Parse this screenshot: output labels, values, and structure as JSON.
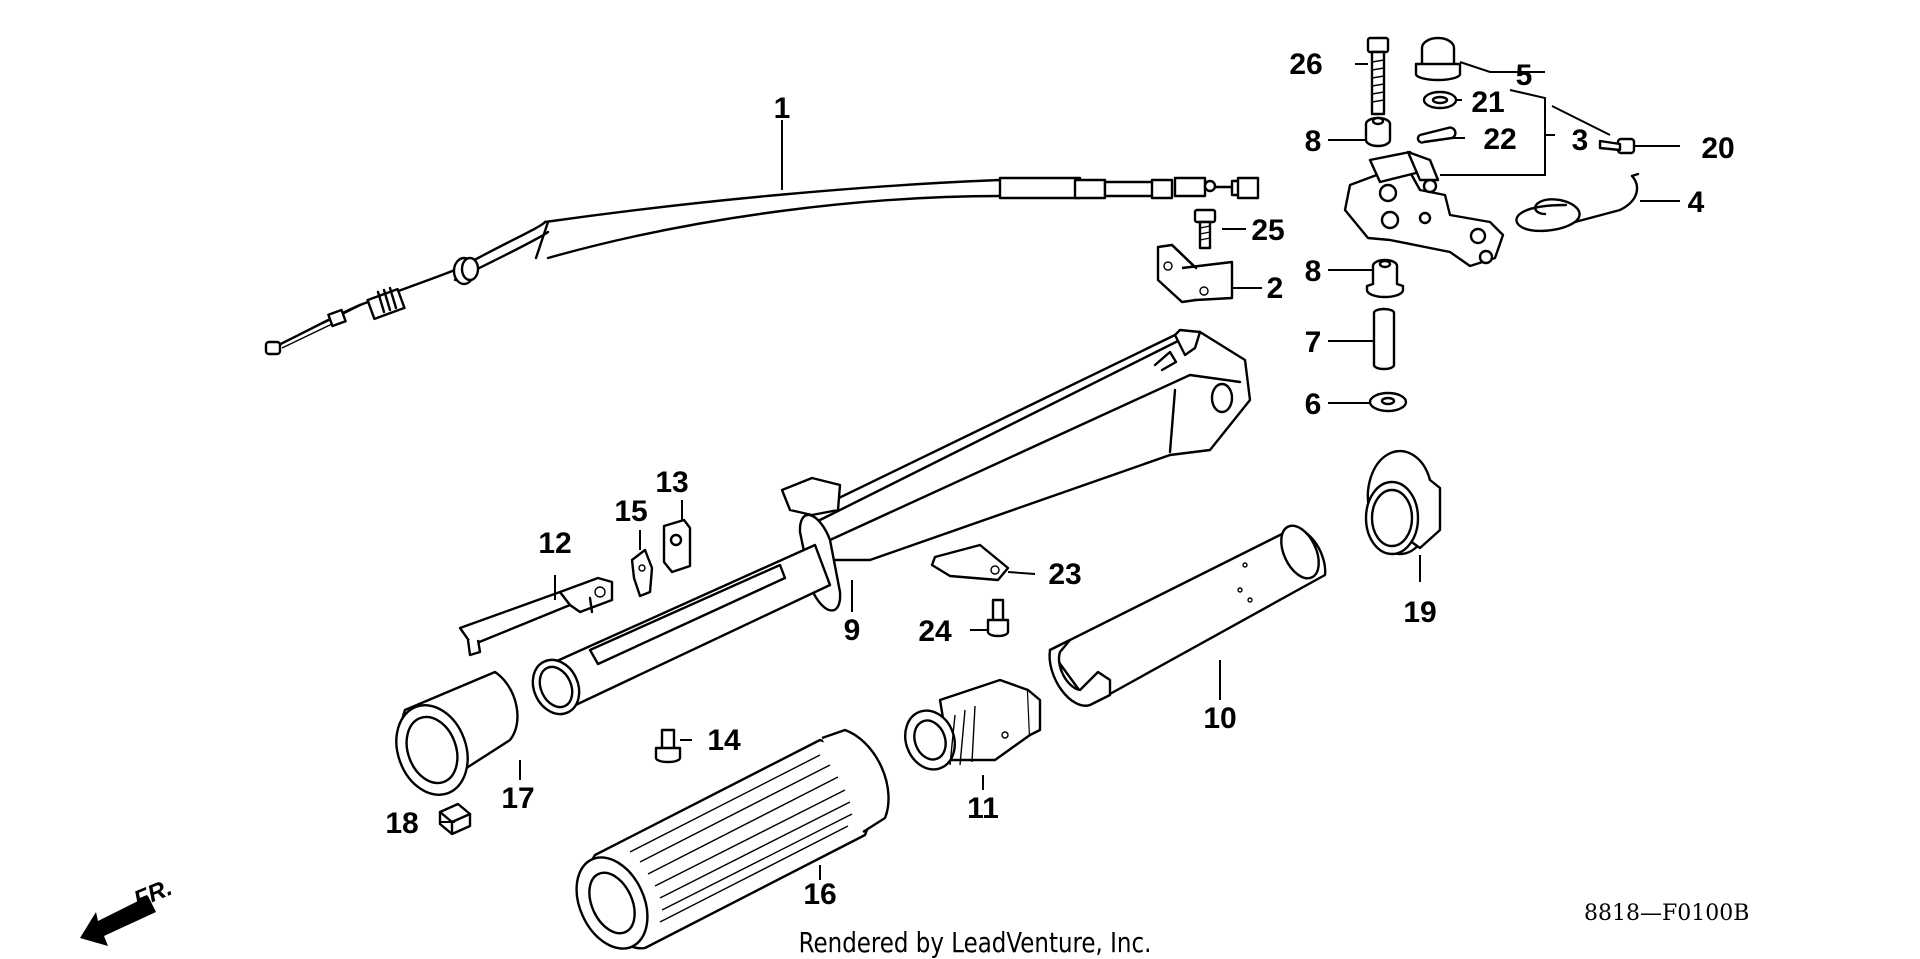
{
  "callouts": {
    "c1": "1",
    "c2": "2",
    "c3": "3",
    "c4": "4",
    "c5": "5",
    "c6": "6",
    "c7": "7",
    "c8a": "8",
    "c8b": "8",
    "c9": "9",
    "c10": "10",
    "c11": "11",
    "c12": "12",
    "c13": "13",
    "c14": "14",
    "c15": "15",
    "c16": "16",
    "c17": "17",
    "c18": "18",
    "c19": "19",
    "c20": "20",
    "c21": "21",
    "c22": "22",
    "c23": "23",
    "c24": "24",
    "c25": "25",
    "c26": "26"
  },
  "direction_label": "FR.",
  "diagram_code": "8818—F0100B",
  "credit": "Rendered by LeadVenture, Inc."
}
